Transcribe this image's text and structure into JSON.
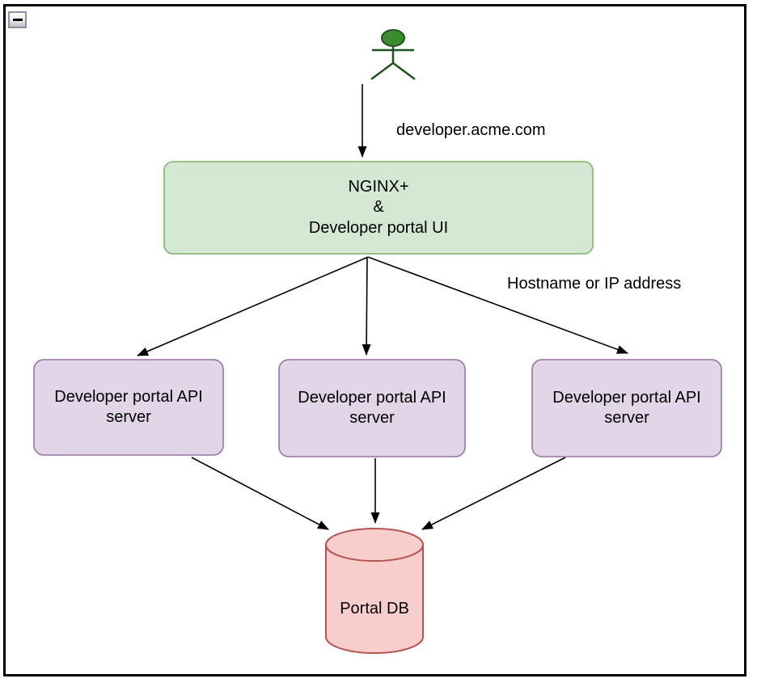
{
  "window": {
    "collapse_icon": "minus"
  },
  "diagram": {
    "actor": {
      "icon": "person-stick-figure",
      "fill": "#3B8C31",
      "stroke": "#1D531D"
    },
    "edge_labels": {
      "domain": "developer.acme.com",
      "routing": "Hostname or IP address"
    },
    "nodes": {
      "gateway": {
        "label": "NGINX+\n&\nDeveloper portal UI",
        "fill": "#D5E8D4",
        "stroke": "#82B366"
      },
      "api_servers": [
        {
          "label": "Developer portal API\nserver"
        },
        {
          "label": "Developer portal API\nserver"
        },
        {
          "label": "Developer portal API\nserver"
        }
      ],
      "api_server_fill": "#E1D5E7",
      "api_server_stroke": "#9673A6",
      "db": {
        "label": "Portal DB",
        "fill": "#F8CECC",
        "stroke": "#B85450"
      }
    },
    "edge_color": "#000000"
  }
}
